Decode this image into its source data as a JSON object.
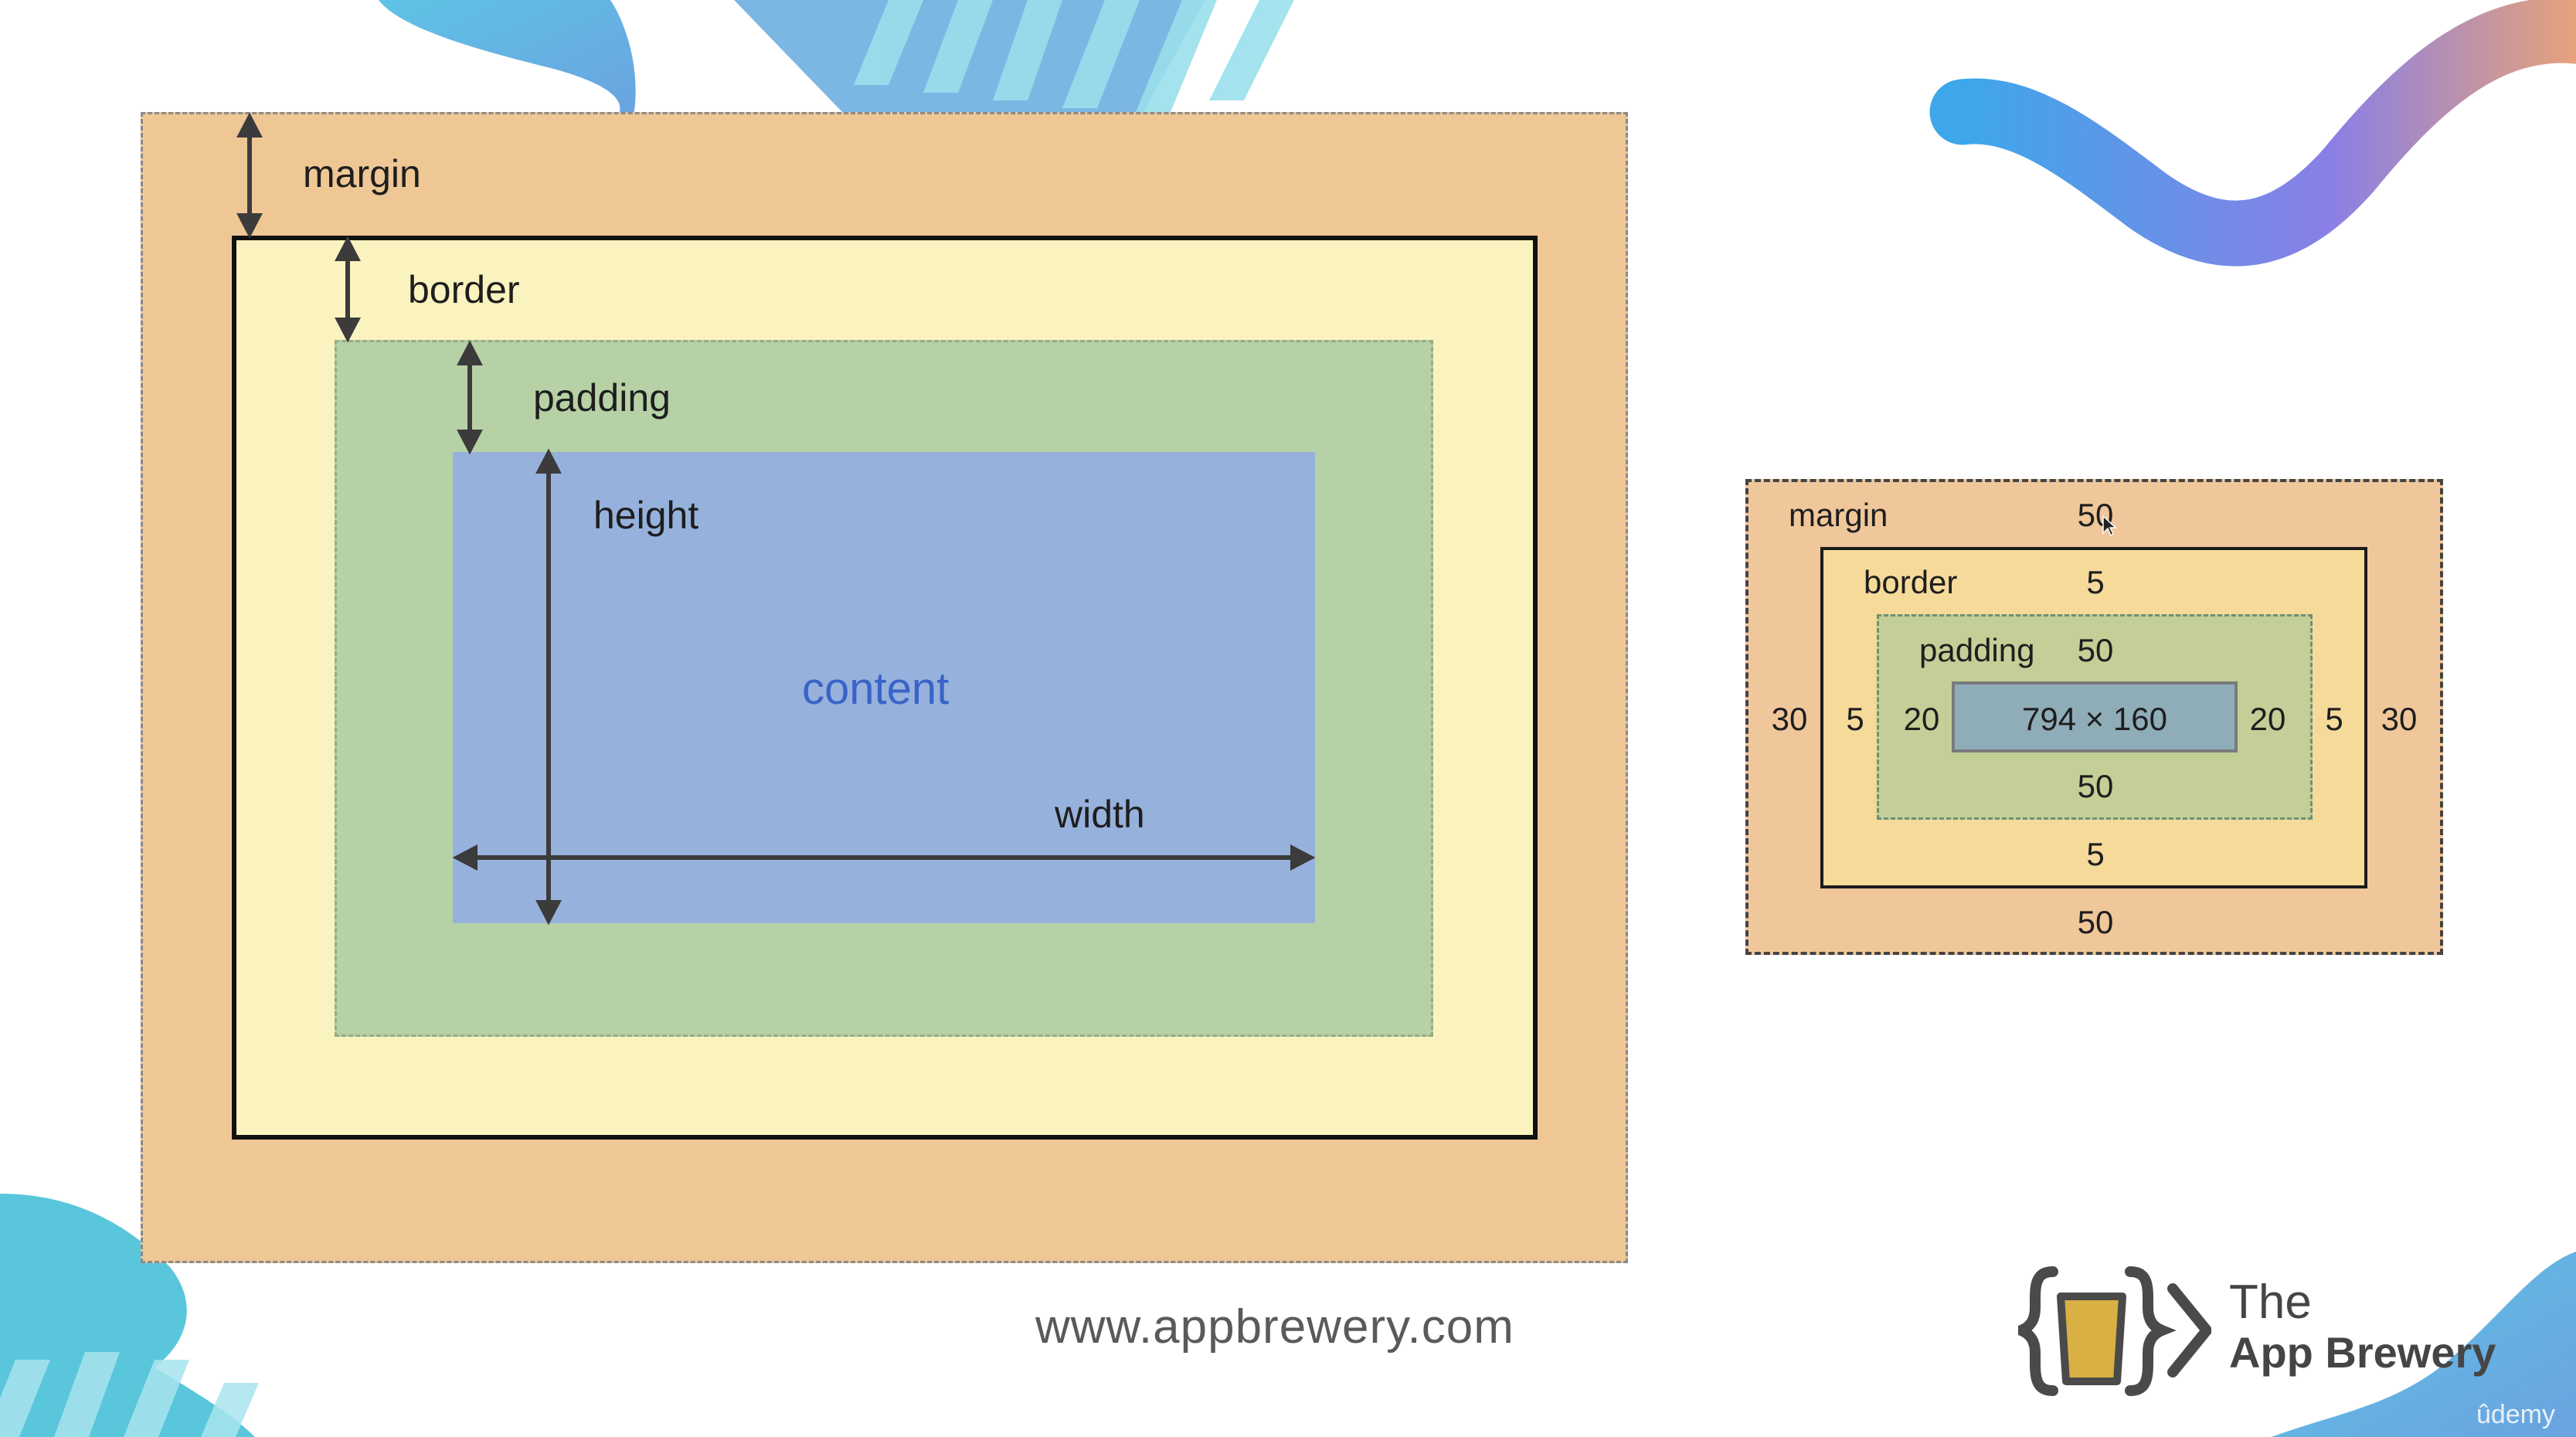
{
  "diagram": {
    "margin_label": "margin",
    "border_label": "border",
    "padding_label": "padding",
    "height_label": "height",
    "width_label": "width",
    "content_label": "content"
  },
  "computed_box": {
    "margin_label": "margin",
    "border_label": "border",
    "padding_label": "padding",
    "margin_top": "50",
    "margin_right": "30",
    "margin_bottom": "50",
    "margin_left": "30",
    "border_top": "5",
    "border_right": "5",
    "border_bottom": "5",
    "border_left": "5",
    "padding_top": "50",
    "padding_right": "20",
    "padding_bottom": "50",
    "padding_left": "20",
    "content_size": "794 × 160"
  },
  "footer": {
    "url": "www.appbrewery.com",
    "brand_line1": "The",
    "brand_line2": "App Brewery",
    "watermark": "ûdemy"
  },
  "colors": {
    "margin": "#efc795",
    "border": "#fbf3bf",
    "padding": "#b7d1a6",
    "content": "#96b2dc",
    "content_text": "#3a63c9",
    "logo_cup": "#d8b043"
  }
}
